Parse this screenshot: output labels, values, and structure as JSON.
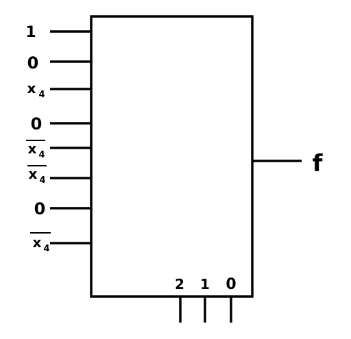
{
  "diagram": {
    "inputs": [
      {
        "label": "1",
        "negated": false
      },
      {
        "label": "0",
        "negated": false
      },
      {
        "label": "x",
        "subscript": "4",
        "negated": false
      },
      {
        "label": "0",
        "negated": false
      },
      {
        "label": "x",
        "subscript": "4",
        "negated": true
      },
      {
        "label": "x",
        "subscript": "4",
        "negated": true
      },
      {
        "label": "0",
        "negated": false
      },
      {
        "label": "x",
        "subscript": "4",
        "negated": true
      }
    ],
    "output": {
      "label": "f"
    },
    "selects": [
      "2",
      "1",
      "0"
    ]
  }
}
